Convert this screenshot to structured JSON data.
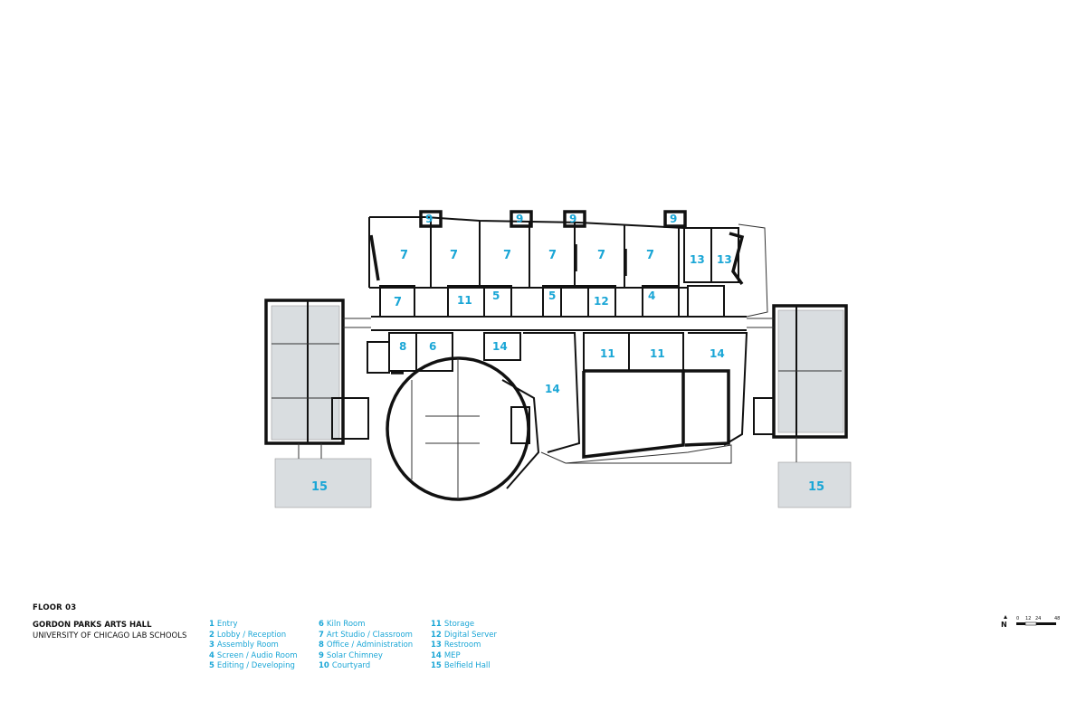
{
  "header": {
    "floor": "FLOOR 03",
    "project": "GORDON PARKS ARTS HALL",
    "client": "UNIVERSITY OF CHICAGO LAB SCHOOLS"
  },
  "legend": {
    "col1": [
      {
        "num": "1",
        "label": "Entry"
      },
      {
        "num": "2",
        "label": "Lobby / Reception"
      },
      {
        "num": "3",
        "label": "Assembly Room"
      },
      {
        "num": "4",
        "label": "Screen / Audio Room"
      },
      {
        "num": "5",
        "label": "Editing / Developing"
      }
    ],
    "col2": [
      {
        "num": "6",
        "label": "Kiln Room"
      },
      {
        "num": "7",
        "label": "Art Studio / Classroom"
      },
      {
        "num": "8",
        "label": "Office / Administration"
      },
      {
        "num": "9",
        "label": "Solar Chimney"
      },
      {
        "num": "10",
        "label": "Courtyard"
      }
    ],
    "col3": [
      {
        "num": "11",
        "label": "Storage"
      },
      {
        "num": "12",
        "label": "Digital Server"
      },
      {
        "num": "13",
        "label": "Restroom"
      },
      {
        "num": "14",
        "label": "MEP"
      },
      {
        "num": "15",
        "label": "Belfield Hall"
      }
    ]
  },
  "rooms": {
    "c1": "9",
    "c2": "9",
    "c3": "9",
    "c4": "9",
    "s1": "7",
    "s2": "7",
    "s3": "7",
    "s4": "7",
    "s5": "7",
    "s6": "7",
    "s7": "7",
    "r13a": "13",
    "r13b": "13",
    "st1": "11",
    "ed1": "5",
    "ed2": "5",
    "ds": "12",
    "sa": "4",
    "of": "8",
    "kl": "6",
    "m1": "14",
    "st2": "11",
    "st3": "11",
    "m2": "14",
    "m3": "14",
    "bh1": "15",
    "bh2": "15"
  },
  "scale": {
    "north": "N",
    "ticks": [
      "0",
      "12",
      "24",
      "48"
    ]
  },
  "colors": {
    "accent": "#1aa6d6",
    "wall": "#111111",
    "hatch": "#d9dde0"
  }
}
